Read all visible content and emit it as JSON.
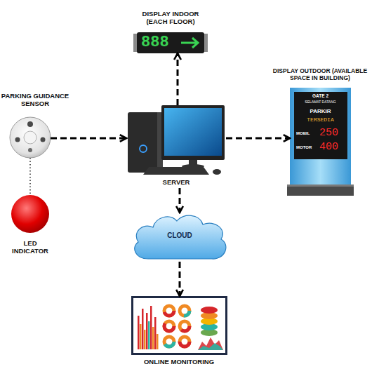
{
  "diagram": {
    "nodes": [
      {
        "text": [
          "DISPLAY INDOOR (EACH FLOOR)",
          "888"
        ]
      },
      {
        "text": [
          "PARKING GUIDANCE SENSOR"
        ]
      },
      {
        "text": [
          "DISPLAY OUTDOOR (AVAILABLE SPACE IN BUILDING)",
          "GATE 2",
          "SELAMAT DATANG",
          "PARKIR",
          "TERSEDIA",
          "MOBIL",
          "250",
          "MOTOR",
          "400"
        ]
      },
      {
        "text": [
          "SERVER"
        ]
      },
      {
        "text": [
          "LED INDICATOR"
        ]
      },
      {
        "text": [
          "CLOUD"
        ]
      },
      {
        "text": [
          "ONLINE MONITORING"
        ]
      }
    ],
    "edges": [
      {
        "from": 1,
        "to": 3,
        "arrow": "to"
      },
      {
        "from": 1,
        "to": 4,
        "arrow": "none"
      },
      {
        "from": 3,
        "to": 0,
        "arrow": "to"
      },
      {
        "from": 3,
        "to": 2,
        "arrow": "to"
      },
      {
        "from": 3,
        "to": 5,
        "arrow": "to"
      },
      {
        "from": 5,
        "to": 6,
        "arrow": "to"
      }
    ]
  }
}
